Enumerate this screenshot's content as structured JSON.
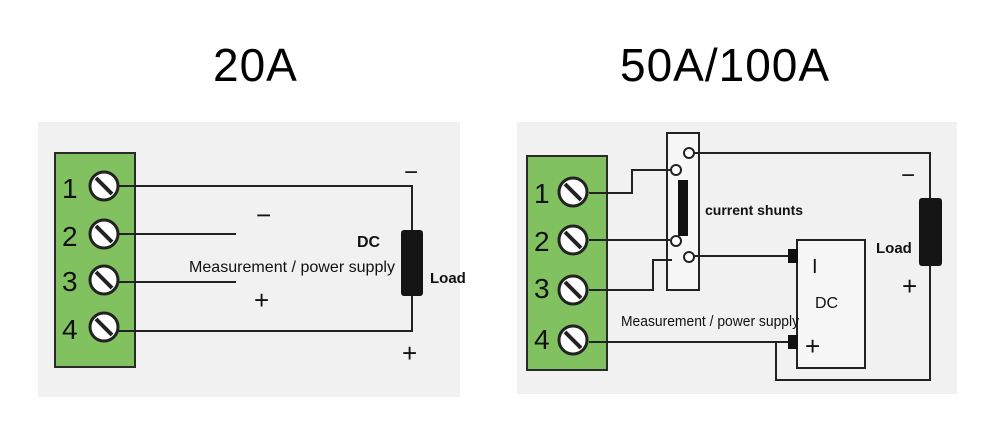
{
  "titles": {
    "left": "20A",
    "right": "50A/100A"
  },
  "left_panel": {
    "terminals": [
      "1",
      "2",
      "3",
      "4"
    ],
    "minus_label": "−",
    "plus_label": "+",
    "dc_label": "DC",
    "measurement_label": "Measurement / power supply",
    "load_label": "Load",
    "load_minus": "−",
    "load_plus": "+"
  },
  "right_panel": {
    "terminals": [
      "1",
      "2",
      "3",
      "4"
    ],
    "shunt_label": "current shunts",
    "dc_label": "DC",
    "psu_minus": "I",
    "psu_plus": "+",
    "measurement_label": "Measurement / power supply",
    "load_label": "Load",
    "load_minus": "−",
    "load_plus": "+"
  },
  "colors": {
    "terminal_green": "#82c160",
    "panel_bg": "#f1f1f1",
    "load_black": "#141414"
  }
}
